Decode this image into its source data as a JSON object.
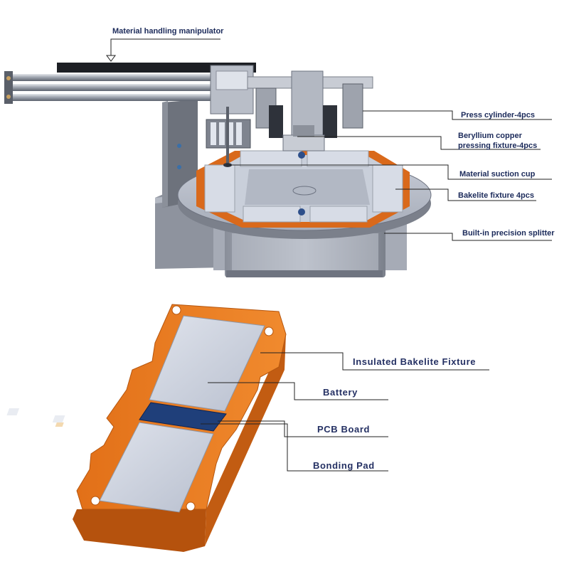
{
  "machine": {
    "labels": {
      "manipulator": "Material handling manipulator",
      "press_cylinder": "Press cylinder-4pcs",
      "beryllium_line1": "Beryllium copper",
      "beryllium_line2": "pressing fixture-4pcs",
      "suction_cup": "Material suction cup",
      "bakelite_fixture": "Bakelite fixture 4pcs",
      "splitter": "Built-in precision splitter"
    }
  },
  "fixture_detail": {
    "labels": {
      "insulated_fixture": "Insulated Bakelite Fixture",
      "battery": "Battery",
      "pcb_board": "PCB Board",
      "bonding_pad": "Bonding Pad"
    }
  },
  "colors": {
    "label_text": "#1b2a5a",
    "leader_line": "#222222",
    "bakelite_orange": "#e8731c",
    "battery_grey": "#c9cfdc",
    "pcb_blue": "#1f3f7a",
    "machine_grey": "#8d93a0"
  }
}
